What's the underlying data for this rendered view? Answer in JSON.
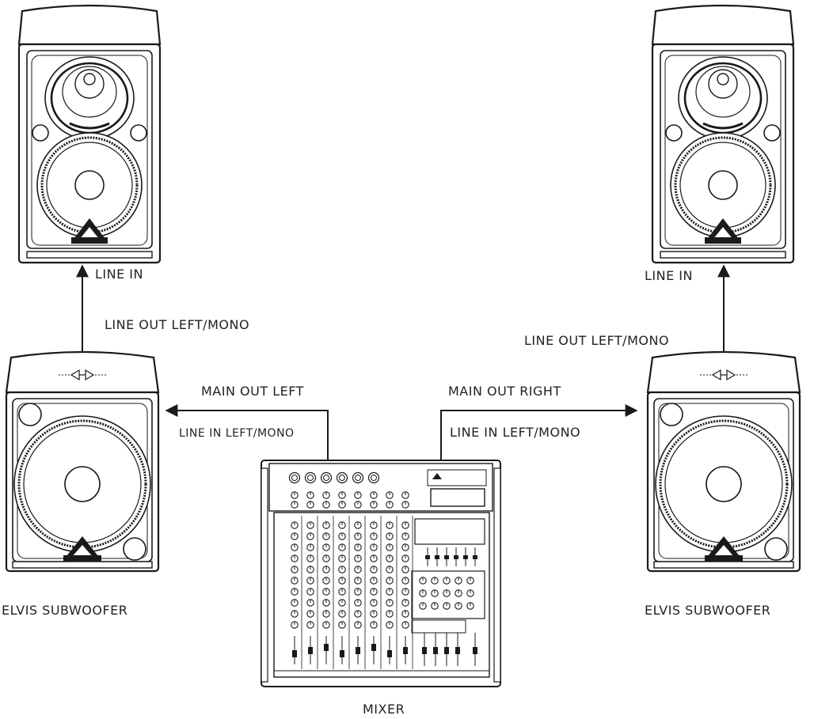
{
  "labels": {
    "left_top_line_in": "LINE IN",
    "right_top_line_in": "LINE IN",
    "left_line_out": "LINE OUT LEFT/MONO",
    "right_line_out": "LINE OUT LEFT/MONO",
    "main_out_left": "MAIN OUT LEFT",
    "main_out_right": "MAIN OUT RIGHT",
    "left_line_in_mono": "LINE IN LEFT/MONO",
    "right_line_in_mono": "LINE IN LEFT/MONO",
    "left_sub_caption": "ELVIS SUBWOOFER",
    "right_sub_caption": "ELVIS SUBWOOFER",
    "mixer_caption": "MIXER"
  },
  "colors": {
    "line": "#1a1a1a",
    "fill": "#ffffff"
  }
}
